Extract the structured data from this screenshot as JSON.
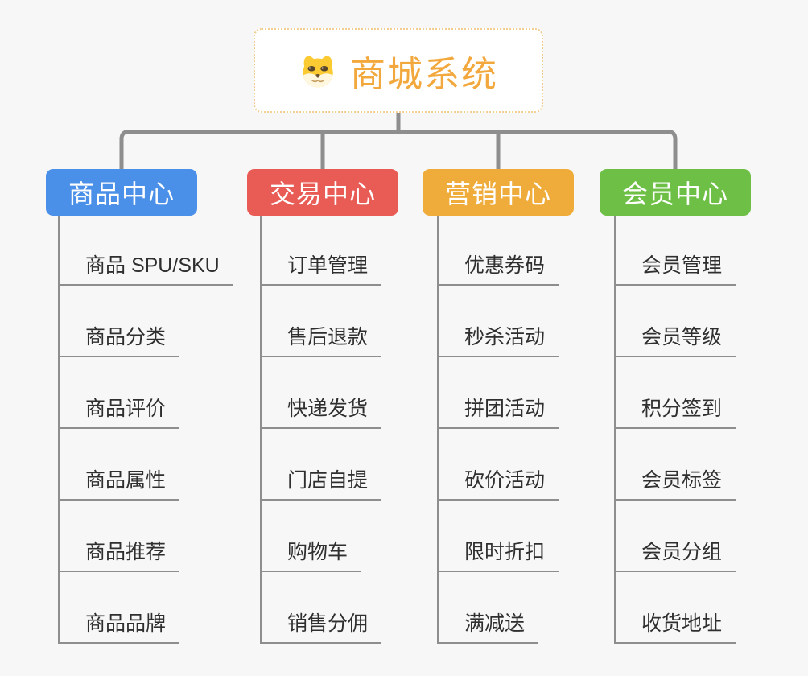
{
  "background": "#F7F7F8",
  "connector_color": "#8E8E8E",
  "root": {
    "title": "商城系统",
    "title_color": "#F2A83D",
    "border_color": "#F3CD90",
    "icon": "dog-face-icon"
  },
  "branches": [
    {
      "label": "商品中心",
      "color": "#4A8FE8",
      "children": [
        "商品 SPU/SKU",
        "商品分类",
        "商品评价",
        "商品属性",
        "商品推荐",
        "商品品牌"
      ]
    },
    {
      "label": "交易中心",
      "color": "#E95B55",
      "children": [
        "订单管理",
        "售后退款",
        "快递发货",
        "门店自提",
        "购物车",
        "销售分佣"
      ]
    },
    {
      "label": "营销中心",
      "color": "#EFAC3B",
      "children": [
        "优惠券码",
        "秒杀活动",
        "拼团活动",
        "砍价活动",
        "限时折扣",
        "满减送"
      ]
    },
    {
      "label": "会员中心",
      "color": "#6DC045",
      "children": [
        "会员管理",
        "会员等级",
        "积分签到",
        "会员标签",
        "会员分组",
        "收货地址"
      ]
    }
  ]
}
